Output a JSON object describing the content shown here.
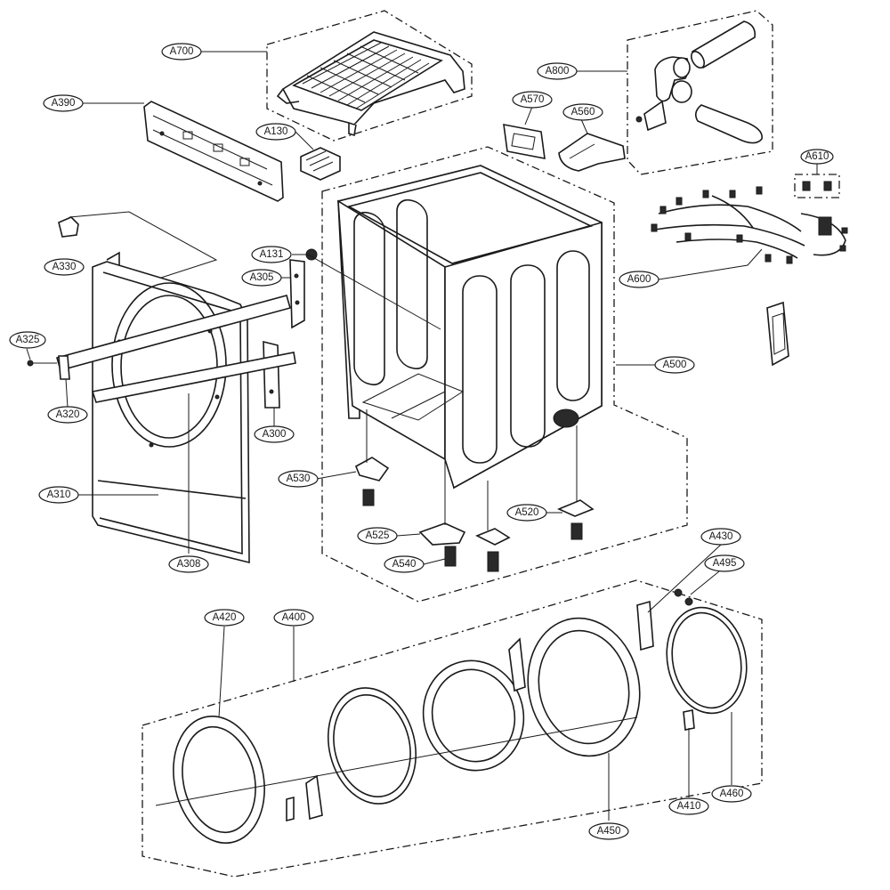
{
  "labels": {
    "A700": "A700",
    "A800": "A800",
    "A390": "A390",
    "A570": "A570",
    "A560": "A560",
    "A130": "A130",
    "A610": "A610",
    "A330": "A330",
    "A131": "A131",
    "A305": "A305",
    "A600": "A600",
    "A325": "A325",
    "A500": "A500",
    "A320": "A320",
    "A300": "A300",
    "A530": "A530",
    "A310": "A310",
    "A520": "A520",
    "A525": "A525",
    "A540": "A540",
    "A308": "A308",
    "A430": "A430",
    "A495": "A495",
    "A420": "A420",
    "A400": "A400",
    "A410": "A410",
    "A460": "A460",
    "A450": "A450"
  }
}
